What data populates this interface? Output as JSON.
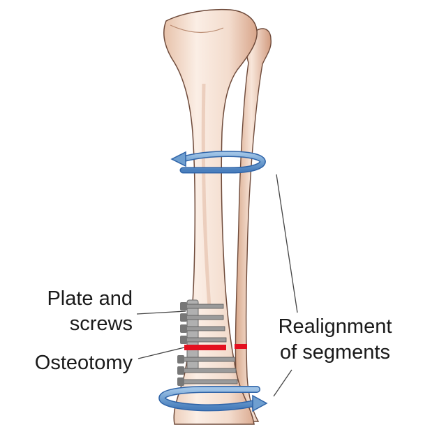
{
  "labels": {
    "plate_line1": "Plate and",
    "plate_line2": "screws",
    "osteotomy": "Osteotomy",
    "realignment_line1": "Realignment",
    "realignment_line2": "of segments"
  },
  "colors": {
    "bone_fill": "#f6e3d6",
    "bone_shadow": "#d9a98c",
    "bone_outline": "#6e4a3a",
    "rotation_arrow": "#6f9fd0",
    "rotation_arrow_edge": "#2f64a8",
    "osteotomy_cut": "#e3101f",
    "plate": "#9a9a9a",
    "leader_line": "#444444"
  },
  "icons": {
    "upper_arrow": "rotation-arrow-left-icon",
    "lower_arrow": "rotation-arrow-right-icon"
  }
}
